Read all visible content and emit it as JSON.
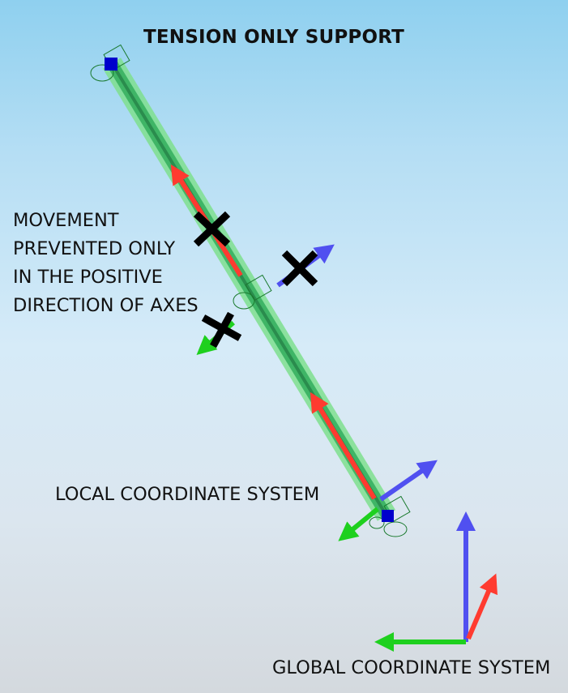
{
  "title": "TENSION ONLY SUPPORT",
  "movement_note": "MOVEMENT\nPREVENTED ONLY\nIN THE POSITIVE\nDIRECTION OF AXES",
  "local_label": "LOCAL COORDINATE SYSTEM",
  "global_label": "GLOBAL COORDINATE SYSTEM",
  "colors": {
    "x_axis": "#ff3b30",
    "y_axis": "#1ed01e",
    "z_axis": "#5050f0",
    "member": "#3fc46b",
    "node": "#0000cc",
    "blocked_mark": "#000000"
  }
}
